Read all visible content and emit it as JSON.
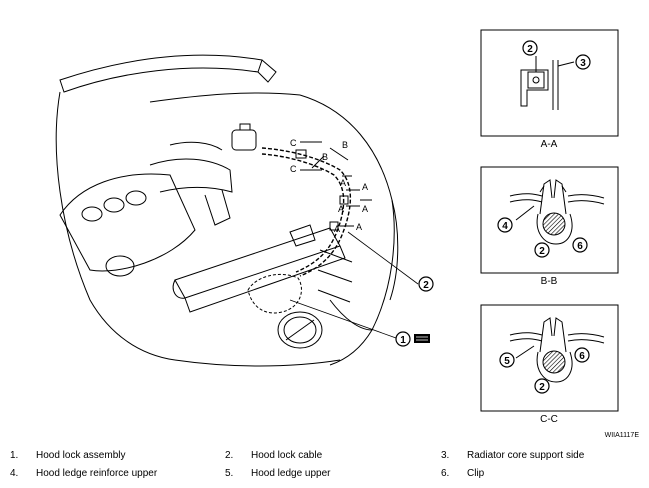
{
  "figure_ref": "WIIA1117E",
  "callouts": {
    "c1": "1",
    "c2": "2",
    "c3": "3",
    "c4": "4",
    "c5": "5",
    "c6": "6"
  },
  "section_letters": {
    "a": "A",
    "b": "B",
    "c": "C"
  },
  "sections": [
    {
      "label": "A-A"
    },
    {
      "label": "B-B"
    },
    {
      "label": "C-C"
    }
  ],
  "legend": [
    {
      "number": "1.",
      "text": "Hood lock assembly"
    },
    {
      "number": "2.",
      "text": "Hood lock cable"
    },
    {
      "number": "3.",
      "text": "Radiator core support side"
    },
    {
      "number": "4.",
      "text": "Hood ledge reinforce upper"
    },
    {
      "number": "5.",
      "text": "Hood ledge upper"
    },
    {
      "number": "6.",
      "text": "Clip"
    }
  ]
}
